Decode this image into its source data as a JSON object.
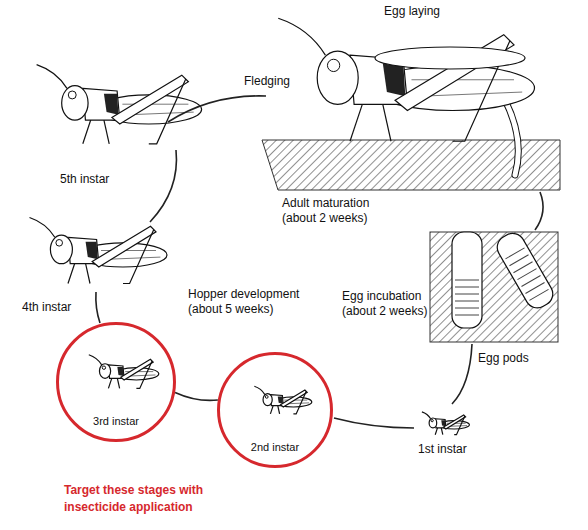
{
  "diagram": {
    "nodes": [
      {
        "text": [
          "3rd instar"
        ]
      },
      {
        "text": [
          "2nd instar"
        ]
      }
    ],
    "edges": [
      {
        "from": 0,
        "to": 1,
        "arrow": "none"
      }
    ],
    "labels": [
      "Egg laying",
      "Fledging",
      "5th instar",
      "Adult maturation (about 2 weeks)",
      "4th instar",
      "Hopper development (about 5 weeks)",
      "Egg incubation (about 2 weeks)",
      "Egg pods",
      "1st instar",
      "Target these stages with insecticide application"
    ]
  }
}
